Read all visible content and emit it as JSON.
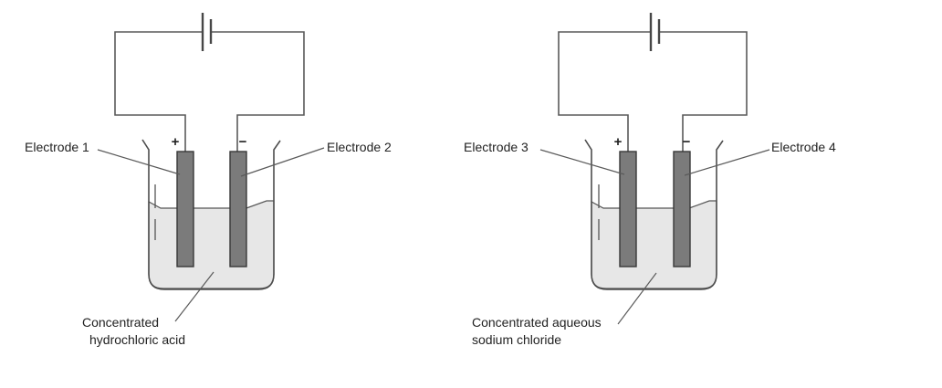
{
  "figure": {
    "type": "electrolysis-diagram",
    "colors": {
      "wire": "#5a5a5a",
      "beaker_outline": "#4d4d4d",
      "liquid_fill": "#e7e7e7",
      "liquid_outline": "#565656",
      "electrode_fill": "#7b7b7b",
      "electrode_outline": "#383838",
      "text": "#222222",
      "background": "#ffffff"
    },
    "cells": [
      {
        "name": "hydrochloric-acid-cell",
        "left_electrode": {
          "label": "Electrode 1",
          "sign": "+"
        },
        "right_electrode": {
          "label": "Electrode 2",
          "sign": "−"
        },
        "solution": {
          "line1": "Concentrated",
          "line2": "hydrochloric acid"
        }
      },
      {
        "name": "sodium-chloride-cell",
        "left_electrode": {
          "label": "Electrode 3",
          "sign": "+"
        },
        "right_electrode": {
          "label": "Electrode 4",
          "sign": "−"
        },
        "solution": {
          "line1": "Concentrated aqueous",
          "line2": "sodium chloride"
        }
      }
    ]
  }
}
